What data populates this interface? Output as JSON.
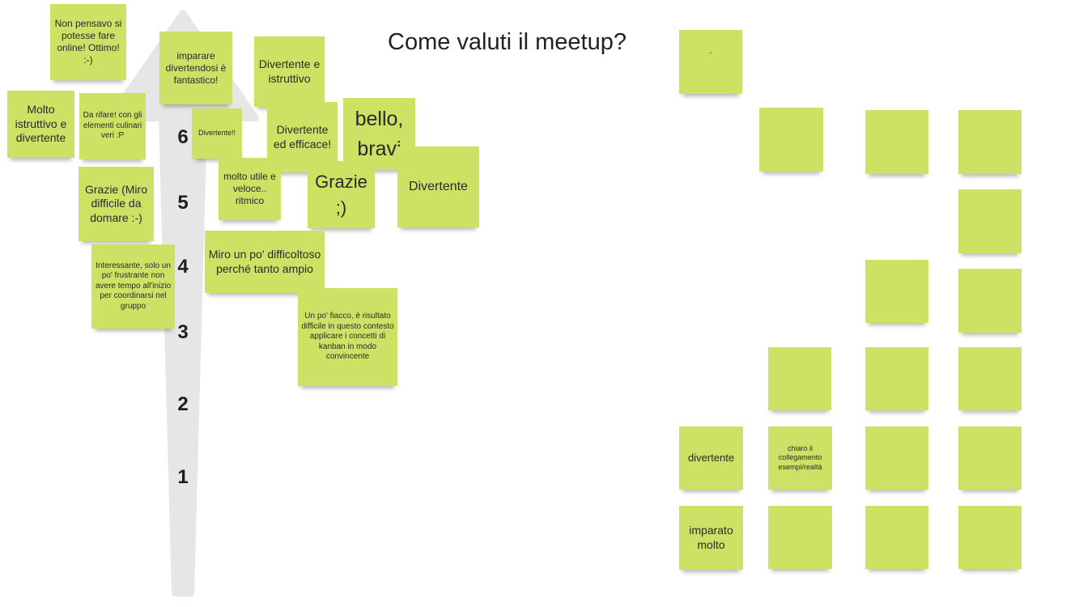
{
  "board": {
    "title": "Come valuti il meetup?",
    "scale_labels": [
      "6",
      "5",
      "4",
      "3",
      "2",
      "1"
    ]
  },
  "colors": {
    "sticky_note": "#cde164",
    "arrow": "#e6e6e6",
    "title_text": "#222222"
  },
  "feedback_notes": [
    "Non pensavo si potesse fare online! Ottimo! :-)",
    "imparare divertendosi è fantastico!",
    "Divertente e istruttivo",
    "Molto istruttivo e divertente",
    "Da rifare! con gli elementi culinari veri :P",
    "Divertente!!",
    "Divertente ed efficace!",
    "bello, bravi",
    "Grazie (Miro difficile da domare :-)",
    "molto utile e veloce.. ritmico",
    "Grazie ;)",
    "Divertente",
    "Miro un po' difficoltoso perché tanto ampio",
    "Interessante, solo un po' frustrante non avere tempo all'inizio per coordinarsi nel gruppo",
    "Un po' fiacco, è risultato difficile in questo contesto applicare i concetti di kanban in modo convincente"
  ],
  "grid_notes": [
    "`",
    "",
    "",
    "",
    "",
    "",
    "",
    "",
    "",
    "",
    "",
    "divertente",
    "chiaro il collegamento esempi/realtà",
    "",
    "",
    "imparato molto",
    "",
    "",
    ""
  ]
}
